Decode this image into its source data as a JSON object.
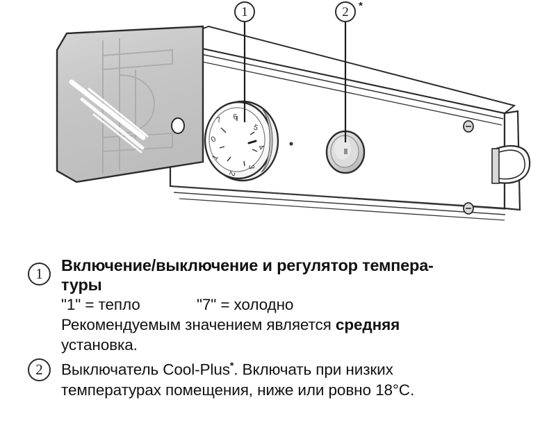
{
  "document": {
    "type": "appliance-control-panel-diagram",
    "language": "ru"
  },
  "illustration": {
    "name": "air-conditioner-control-panel",
    "callouts": [
      {
        "id": "1",
        "label": "1",
        "star": "",
        "target": "temperature-dial"
      },
      {
        "id": "2",
        "label": "2",
        "star": "*",
        "target": "cool-plus-button"
      }
    ],
    "dial": {
      "name": "temperature-dial",
      "markings": [
        "1",
        "2",
        "3",
        "4",
        "5",
        "6",
        "7"
      ]
    },
    "button": {
      "name": "cool-plus-button"
    },
    "colors": {
      "outline": "#2b2b2b",
      "body_fill": "#ffffff",
      "end_panel_fill": "#c9c9c9",
      "highlight": "#ffffff",
      "button_fill": "#d2d2d2"
    }
  },
  "legend": {
    "items": [
      {
        "number": "1",
        "title": "Включение/выключение и регулятор темпера-",
        "title_line2": "туры",
        "setting_low": "\"1\" = тепло",
        "setting_high": "\"7\" = холодно",
        "note_before": "Рекомендуемым значением является ",
        "note_bold": "средняя",
        "note_after": "установка."
      },
      {
        "number": "2",
        "text_line1_a": "Выключатель Cool-Plus",
        "text_line1_star": "*",
        "text_line1_b": ". Включать при низких",
        "text_line2": "температурах  помещения, ниже или ровно 18°C."
      }
    ]
  }
}
